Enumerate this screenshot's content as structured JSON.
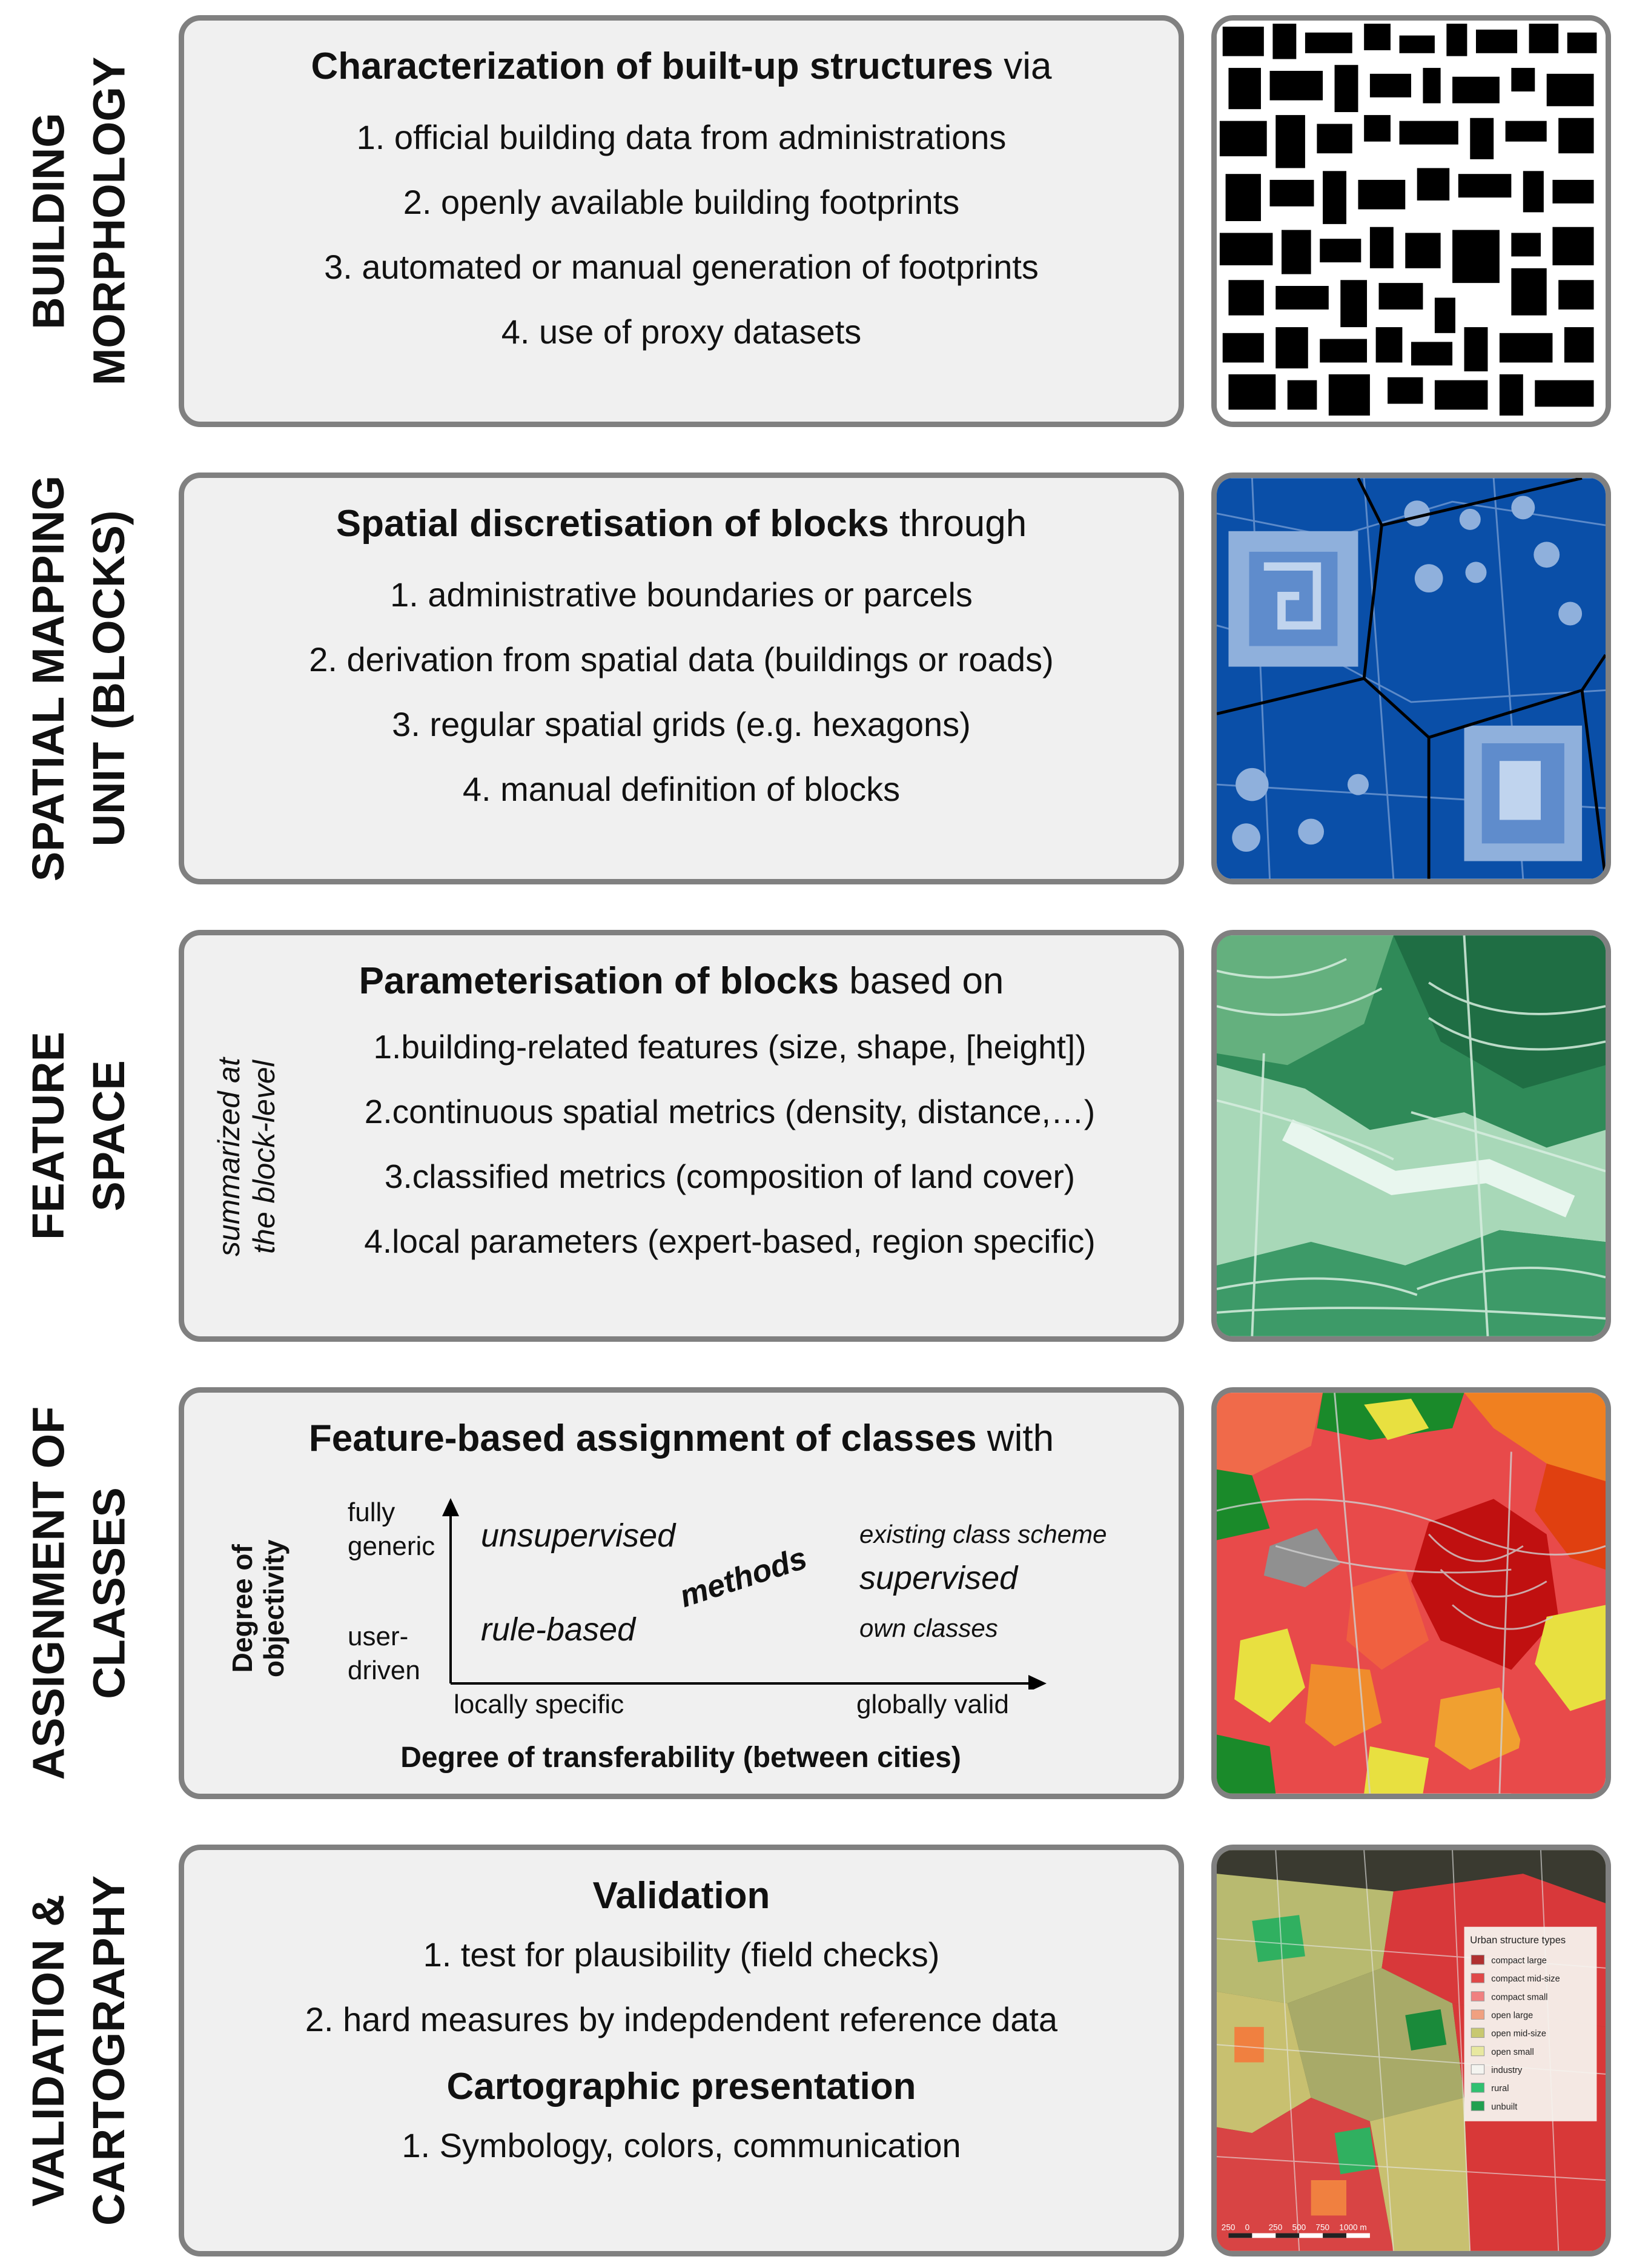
{
  "rows": [
    {
      "side": [
        "Building",
        "morphology"
      ],
      "title_bold": "Characterization of built-up structures",
      "title_rest": " via",
      "items": [
        "1. official building data from administrations",
        "2. openly available building footprints",
        "3. automated or manual generation of footprints",
        "4. use of proxy datasets"
      ]
    },
    {
      "side": [
        "Spatial Mapping",
        "Unit (Blocks)"
      ],
      "title_bold": "Spatial discretisation of blocks",
      "title_rest": " through",
      "items": [
        "1. administrative boundaries or parcels",
        "2. derivation from spatial data (buildings or roads)",
        "3. regular spatial grids (e.g. hexagons)",
        "4. manual definition of blocks"
      ]
    },
    {
      "side": [
        "Feature",
        "Space"
      ],
      "title_bold": "Parameterisation of blocks",
      "title_rest": " based on",
      "vertical_note": [
        "summarized at",
        "the block-level"
      ],
      "items": [
        "1.building-related features (size, shape, [height])",
        "2.continuous spatial metrics (density, distance,…)",
        "3.classified metrics (composition of land cover)",
        "4.local parameters (expert-based, region specific)"
      ]
    },
    {
      "side": [
        "Assignment of",
        "classes"
      ],
      "title_bold": "Feature-based assignment of classes",
      "title_rest": " with",
      "y_axis_label": [
        "Degree of",
        "objectivity"
      ],
      "y_top": [
        "fully",
        "generic"
      ],
      "y_bottom": [
        "user-",
        "driven"
      ],
      "unsupervised": "unsupervised",
      "rule_based": "rule-based",
      "methods": "methods",
      "existing": "existing class scheme",
      "supervised": "supervised",
      "own": "own classes",
      "x_left": "locally specific",
      "x_right": "globally valid",
      "x_axis_label": "Degree of transferability (between cities)"
    },
    {
      "side": [
        "Validation &",
        "Cartography"
      ],
      "title1": "Validation",
      "items1": [
        "1. test for plausibility (field checks)",
        "2. hard measures by indepdendent reference data"
      ],
      "title2": "Cartographic presentation",
      "items2": [
        "1. Symbology, colors, communication"
      ]
    }
  ],
  "legend": {
    "title": "Urban structure types",
    "entries": [
      {
        "label": "compact large",
        "color": "#b03030"
      },
      {
        "label": "compact mid-size",
        "color": "#e04848"
      },
      {
        "label": "compact small",
        "color": "#f08080"
      },
      {
        "label": "open large",
        "color": "#f0a080"
      },
      {
        "label": "open mid-size",
        "color": "#c8c870"
      },
      {
        "label": "open small",
        "color": "#e8e8a0"
      },
      {
        "label": "industry",
        "color": "#f4f4f0"
      },
      {
        "label": "rural",
        "color": "#30c070"
      },
      {
        "label": "unbuilt",
        "color": "#20a050"
      }
    ]
  },
  "scalebar": [
    "250",
    "0",
    "250",
    "500",
    "750",
    "1000 m"
  ]
}
